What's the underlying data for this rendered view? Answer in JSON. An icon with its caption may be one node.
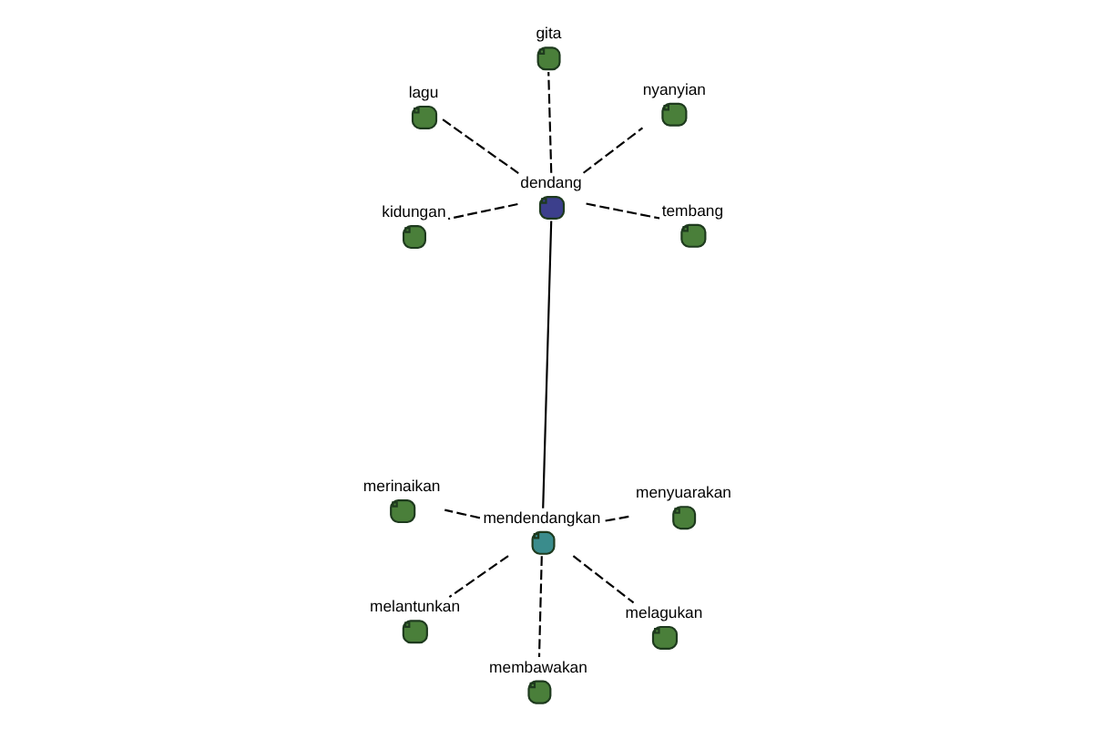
{
  "diagram": {
    "nodes": [
      {
        "text": [],
        "shape": "circle",
        "beside": [
          "dendang"
        ]
      },
      {
        "text": [],
        "shape": "circle",
        "beside": [
          "tembang"
        ]
      },
      {
        "text": [],
        "shape": "circle",
        "beside": [
          "kidungan"
        ]
      },
      {
        "text": [],
        "shape": "circle",
        "beside": [
          "lagu"
        ]
      },
      {
        "text": [],
        "shape": "circle",
        "beside": [
          "nyanyian"
        ]
      },
      {
        "text": [],
        "shape": "circle",
        "beside": [
          "gita"
        ]
      },
      {
        "text": [],
        "shape": "circle",
        "beside": [
          "mendendangkan"
        ]
      },
      {
        "text": [],
        "shape": "circle",
        "beside": [
          "melagukan"
        ]
      },
      {
        "text": [],
        "shape": "circle",
        "beside": [
          "merinaikan"
        ]
      },
      {
        "text": [],
        "shape": "circle",
        "beside": [
          "membawakan"
        ]
      },
      {
        "text": [],
        "shape": "circle",
        "beside": [
          "menyuarakan"
        ]
      },
      {
        "text": [],
        "shape": "circle",
        "beside": [
          "melantunkan"
        ]
      }
    ],
    "edges": [
      {
        "from": 0,
        "to": 1,
        "arrow": "none",
        "style": "dashed"
      },
      {
        "from": 0,
        "to": 2,
        "arrow": "none",
        "style": "dashed"
      },
      {
        "from": 0,
        "to": 3,
        "arrow": "none",
        "style": "dashed"
      },
      {
        "from": 0,
        "to": 4,
        "arrow": "none",
        "style": "dashed"
      },
      {
        "from": 0,
        "to": 5,
        "arrow": "none",
        "style": "dashed"
      },
      {
        "from": 0,
        "to": 6,
        "arrow": "none"
      },
      {
        "from": 6,
        "to": 7,
        "arrow": "none",
        "style": "dashed"
      },
      {
        "from": 6,
        "to": 8,
        "arrow": "none",
        "style": "dashed"
      },
      {
        "from": 6,
        "to": 9,
        "arrow": "none",
        "style": "dashed"
      },
      {
        "from": 6,
        "to": 10,
        "arrow": "none",
        "style": "dashed"
      },
      {
        "from": 6,
        "to": 11,
        "arrow": "none",
        "style": "dashed"
      }
    ]
  }
}
